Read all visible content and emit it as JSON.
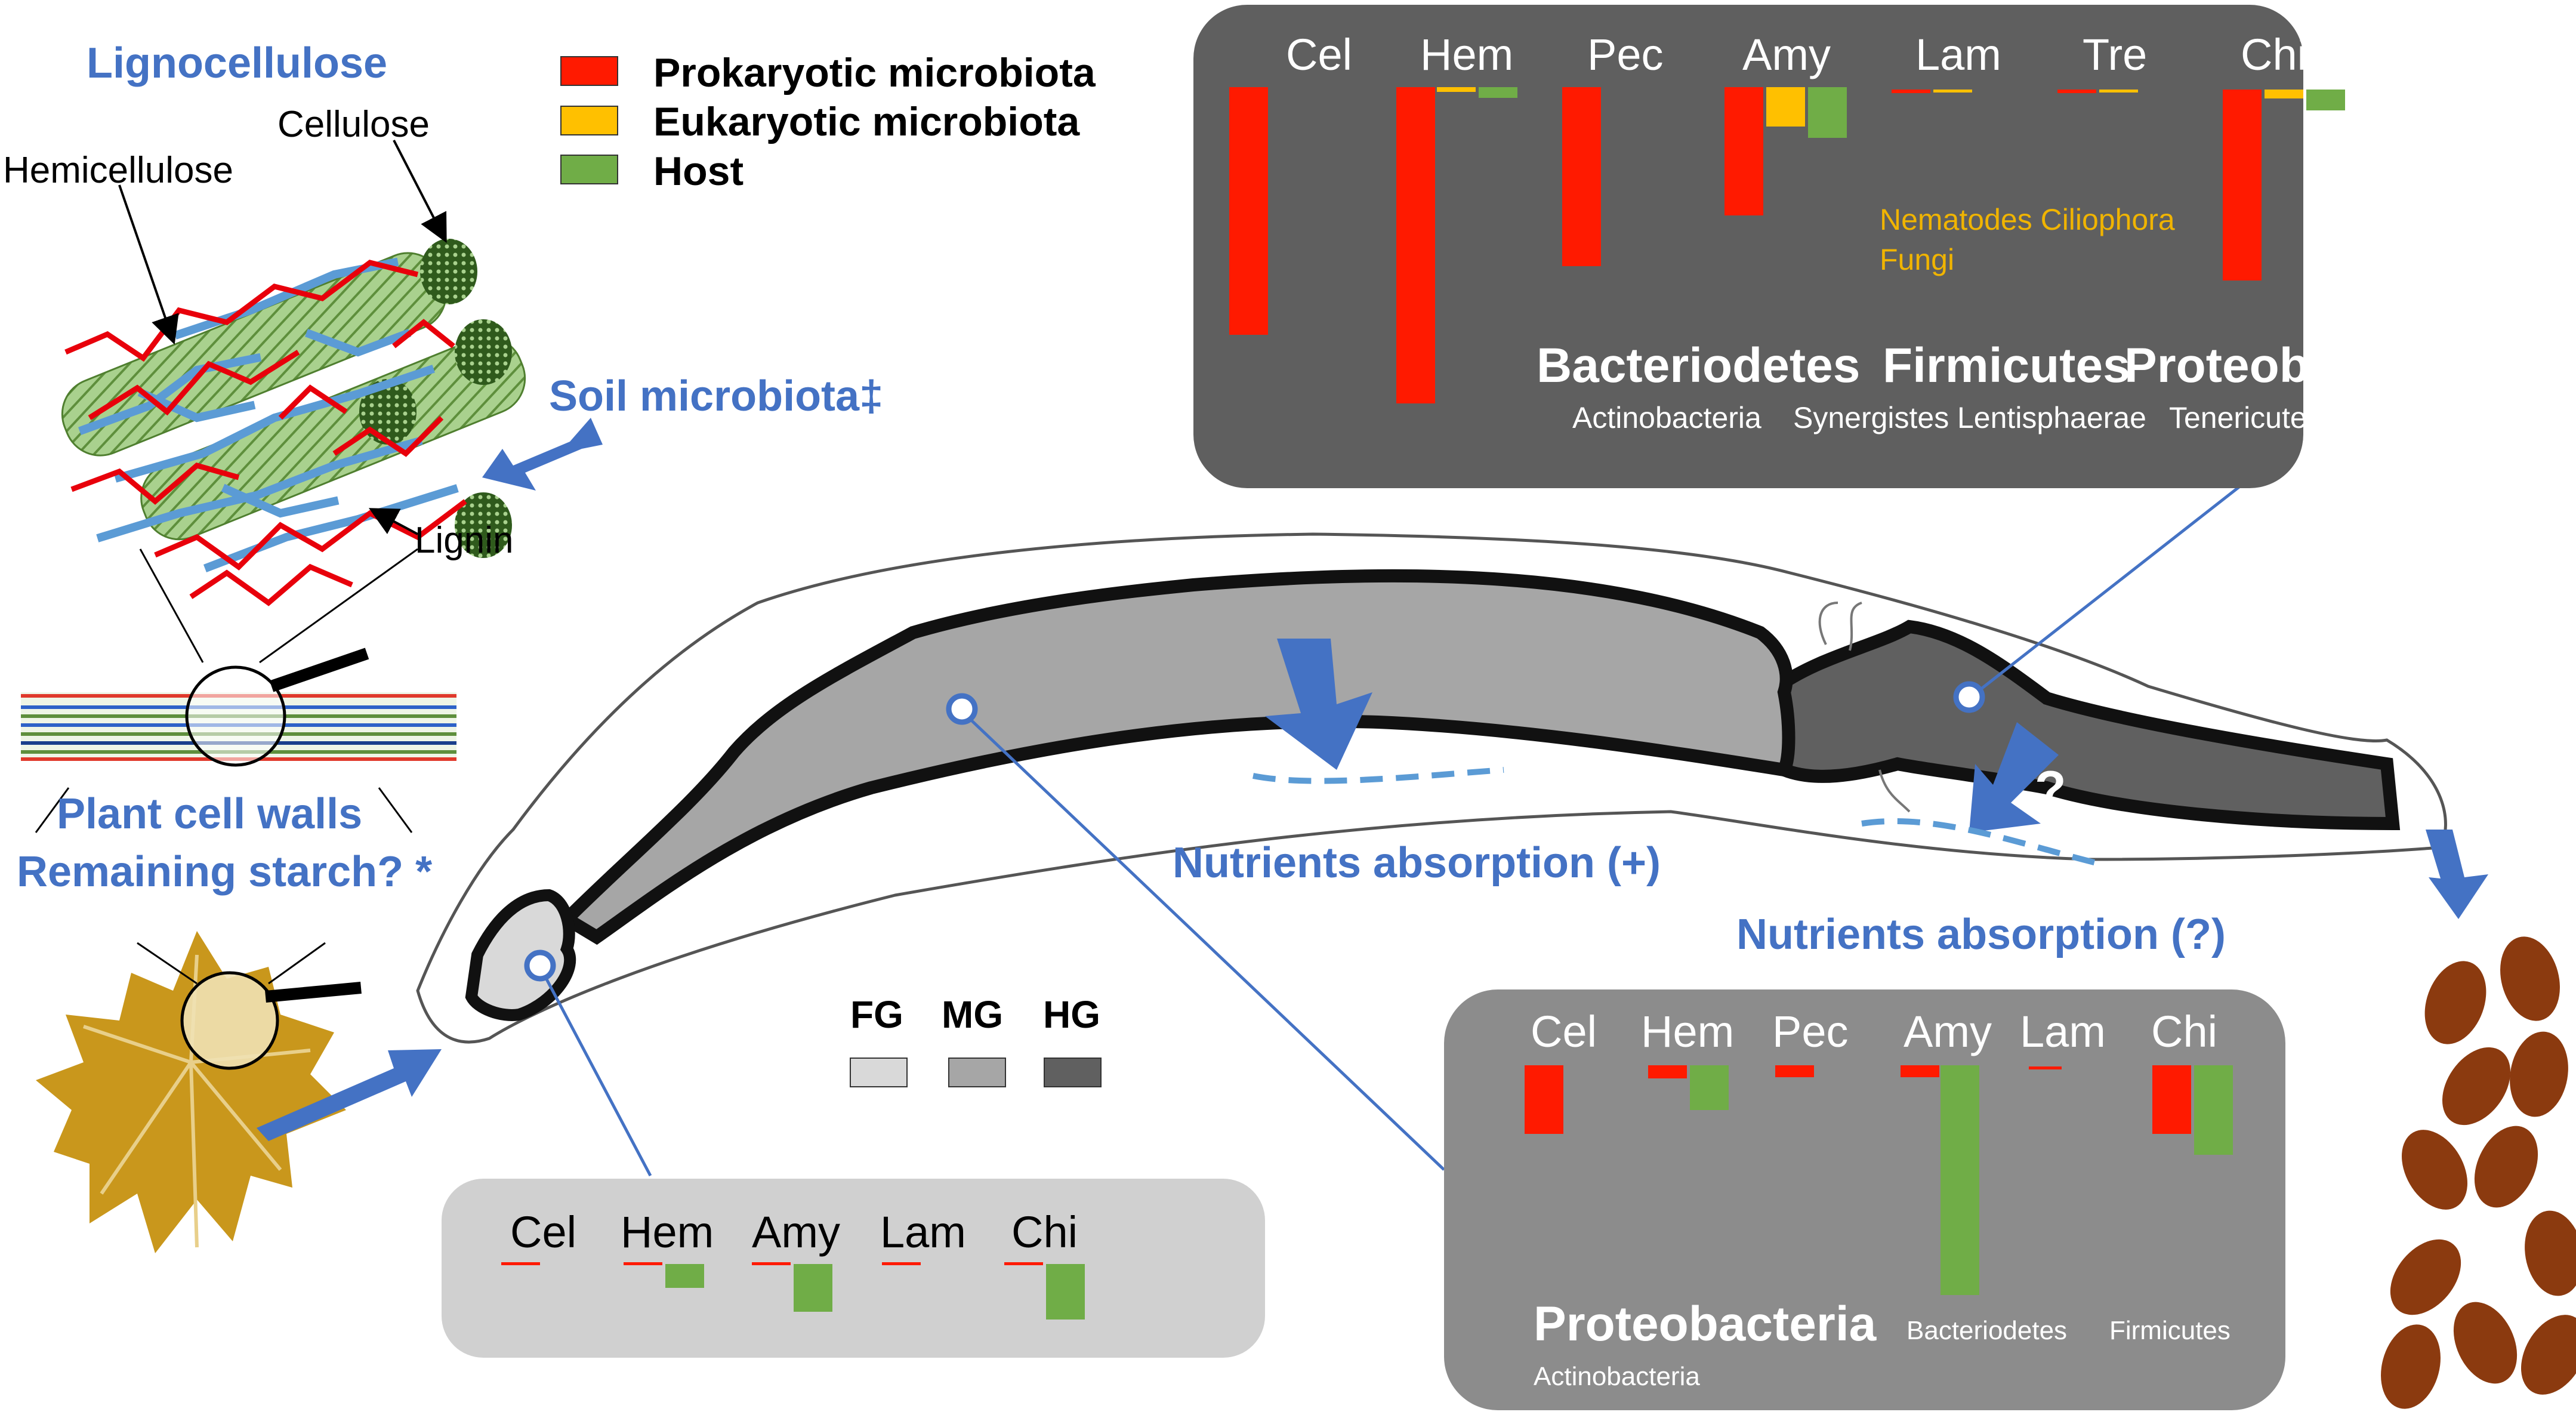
{
  "figure": {
    "lignocellulose_title": "Lignocellulose",
    "cellulose_label": "Cellulose",
    "hemicellulose_label": "Hemicellulose",
    "lignin_label": "Lignin",
    "soil_microbiota_label": "Soil microbiota‡",
    "plant_cell_walls_label": "Plant cell walls",
    "remaining_starch_label": "Remaining starch? *",
    "nutrients_plus_label": "Nutrients absorption (+)",
    "nutrients_question_label": "Nutrients absorption (?)",
    "hindgut_question_mark": "?"
  },
  "legend": {
    "items": [
      {
        "label": "Prokaryotic microbiota",
        "color": "#ff1a00"
      },
      {
        "label": "Eukaryotic microbiota",
        "color": "#ffc000"
      },
      {
        "label": "Host",
        "color": "#70ad47"
      }
    ]
  },
  "segments": {
    "items": [
      {
        "label": "FG",
        "color": "#d9d9d9"
      },
      {
        "label": "MG",
        "color": "#a6a6a6"
      },
      {
        "label": "HG",
        "color": "#606060"
      }
    ]
  },
  "colors": {
    "prokaryotic": "#ff1a00",
    "eukaryotic": "#ffc000",
    "host": "#70ad47",
    "accent_blue": "#4472c4",
    "hg_panel": "#5f5f5f",
    "mg_panel": "#8c8c8c",
    "fg_panel": "#d0d0d0",
    "leaf": "#c9971c",
    "feces": "#8b3a0f"
  },
  "panels": {
    "hindgut": {
      "enzymes": [
        "Cel",
        "Hem",
        "Pec",
        "Amy",
        "Lam",
        "Tre",
        "Chi"
      ],
      "eukaryote_groups": [
        "Nematodes Ciliophora",
        "Fungi"
      ],
      "phyla_major": [
        "Bacteriodetes",
        "Firmicutes",
        "Proteobacteria"
      ],
      "phyla_minor": [
        "Actinobacteria",
        "Synergistes",
        "Lentisphaerae",
        "Tenericutes"
      ]
    },
    "midgut": {
      "enzymes": [
        "Cel",
        "Hem",
        "Pec",
        "Amy",
        "Lam",
        "Chi"
      ],
      "phylum_major": "Proteobacteria",
      "phyla_minor": [
        "Bacteriodetes",
        "Firmicutes"
      ],
      "phylum_extra": "Actinobacteria"
    },
    "foregut": {
      "enzymes": [
        "Cel",
        "Hem",
        "Amy",
        "Lam",
        "Chi"
      ]
    }
  }
}
